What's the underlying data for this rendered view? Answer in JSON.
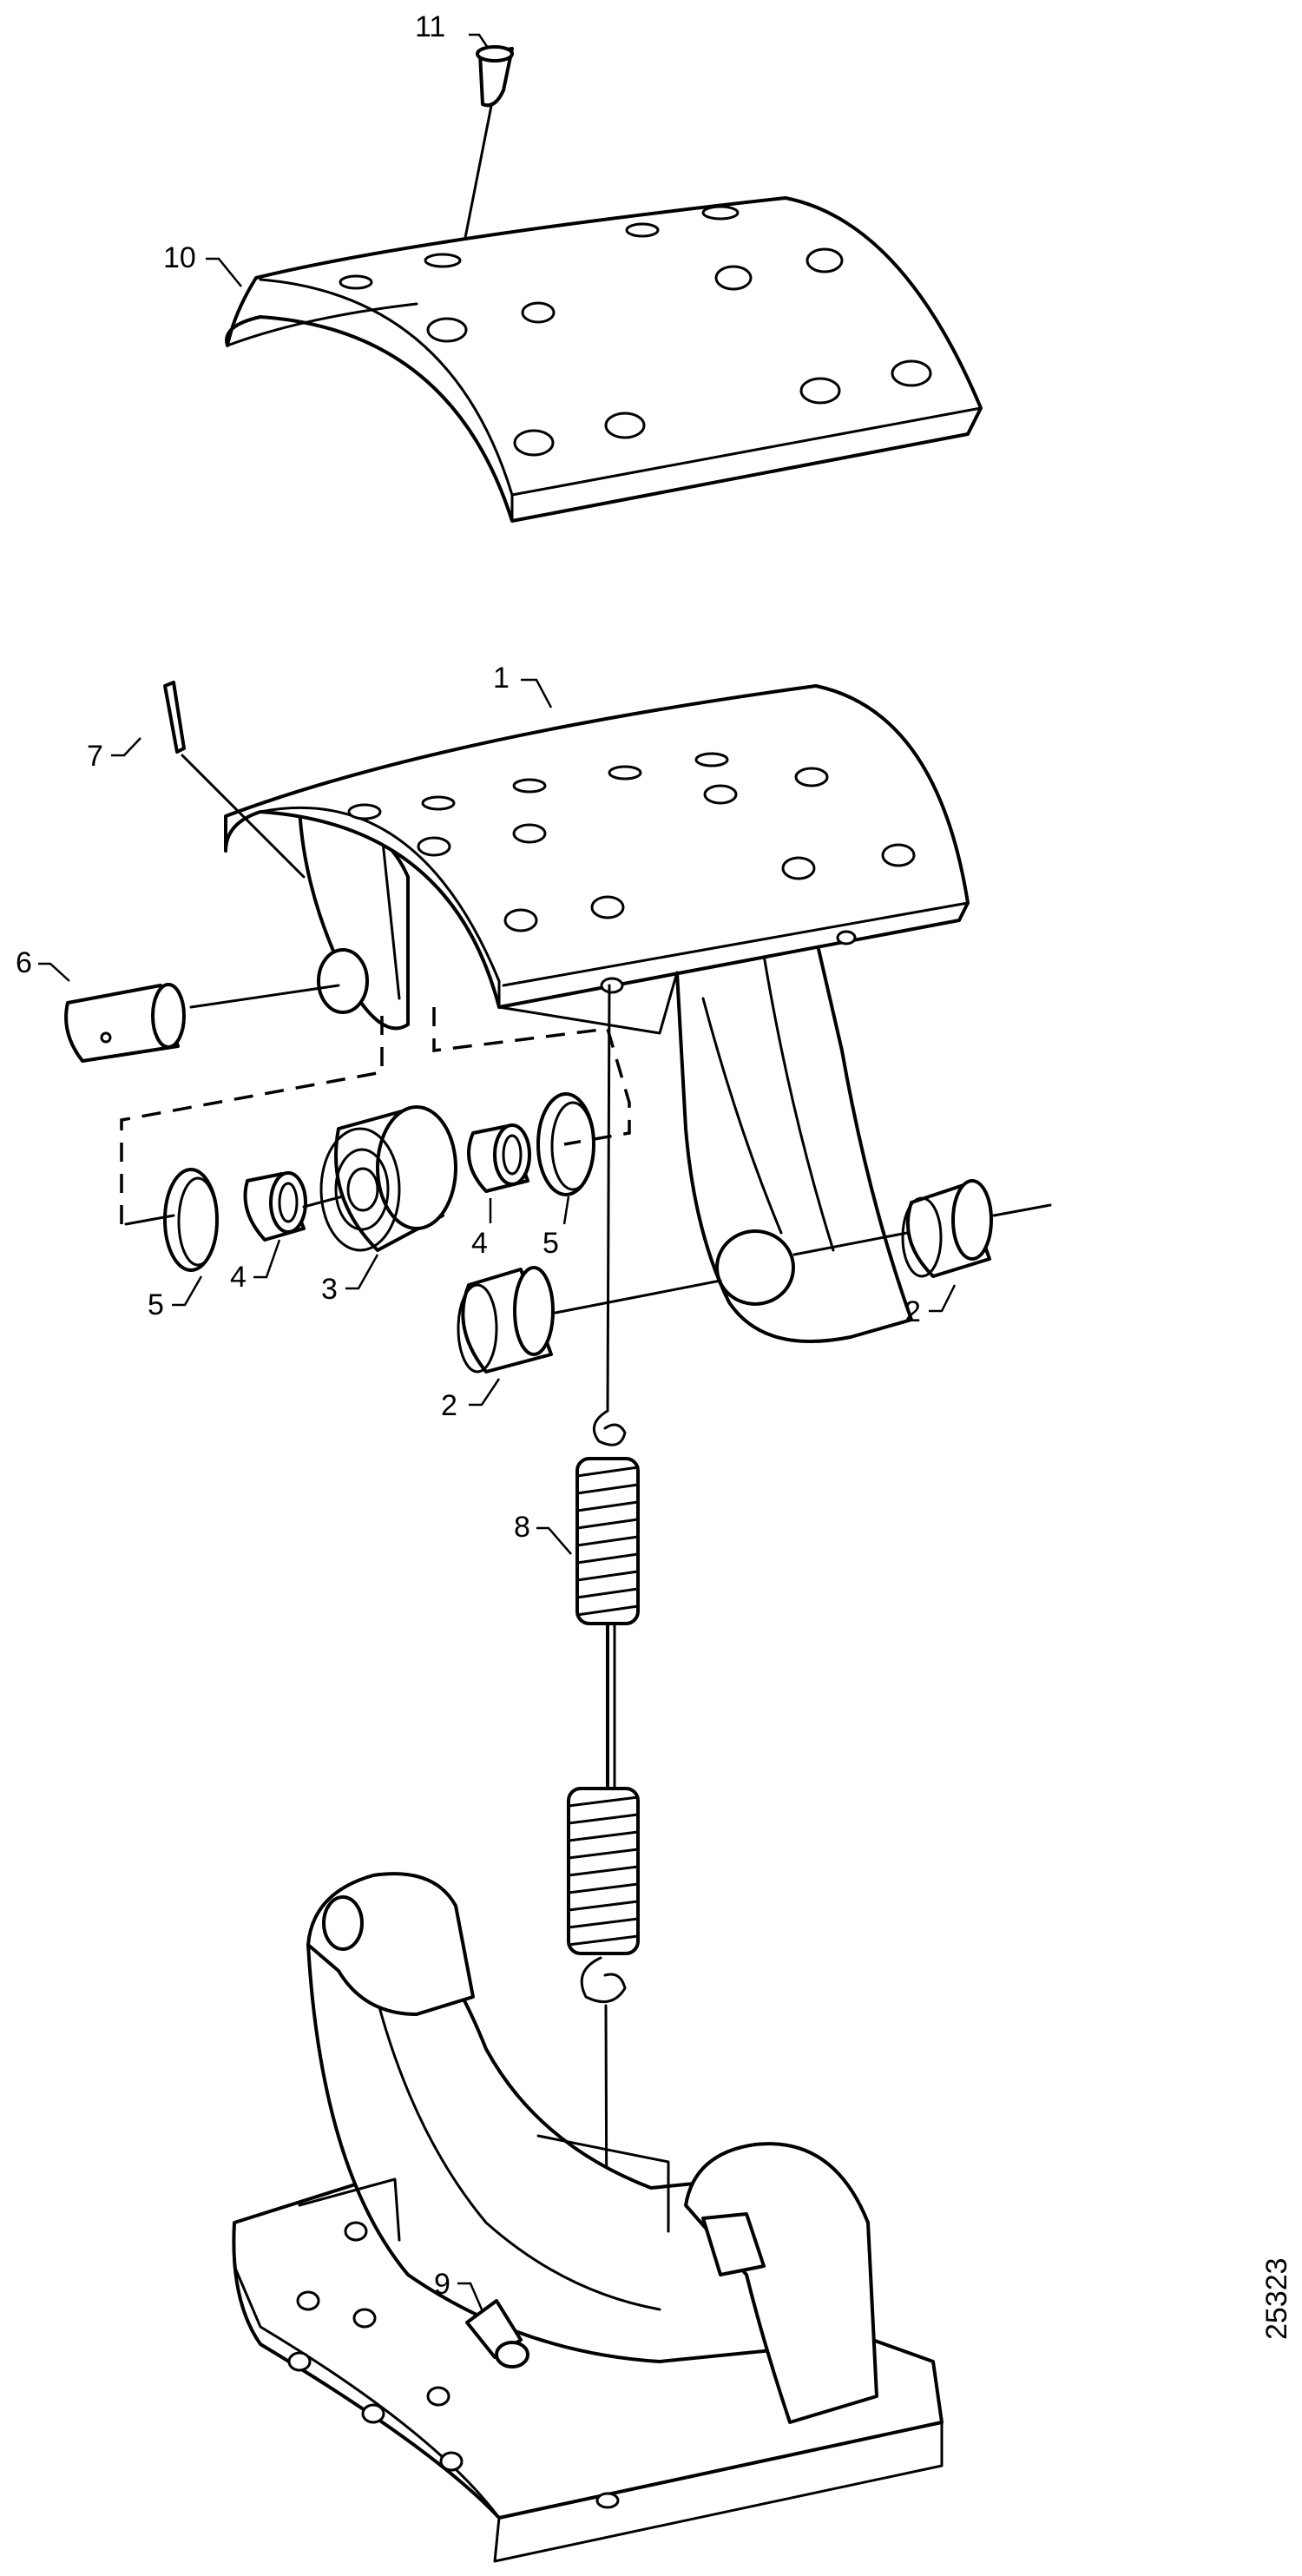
{
  "figure": {
    "reference_number": "25323",
    "callouts": [
      {
        "id": "c11",
        "label": "11"
      },
      {
        "id": "c10",
        "label": "10"
      },
      {
        "id": "c1",
        "label": "1"
      },
      {
        "id": "c7",
        "label": "7"
      },
      {
        "id": "c6",
        "label": "6"
      },
      {
        "id": "c5a",
        "label": "5"
      },
      {
        "id": "c4a",
        "label": "4"
      },
      {
        "id": "c3",
        "label": "3"
      },
      {
        "id": "c4b",
        "label": "4"
      },
      {
        "id": "c5b",
        "label": "5"
      },
      {
        "id": "c2a",
        "label": "2"
      },
      {
        "id": "c2b",
        "label": "2"
      },
      {
        "id": "c8",
        "label": "8"
      },
      {
        "id": "c9",
        "label": "9"
      }
    ]
  }
}
